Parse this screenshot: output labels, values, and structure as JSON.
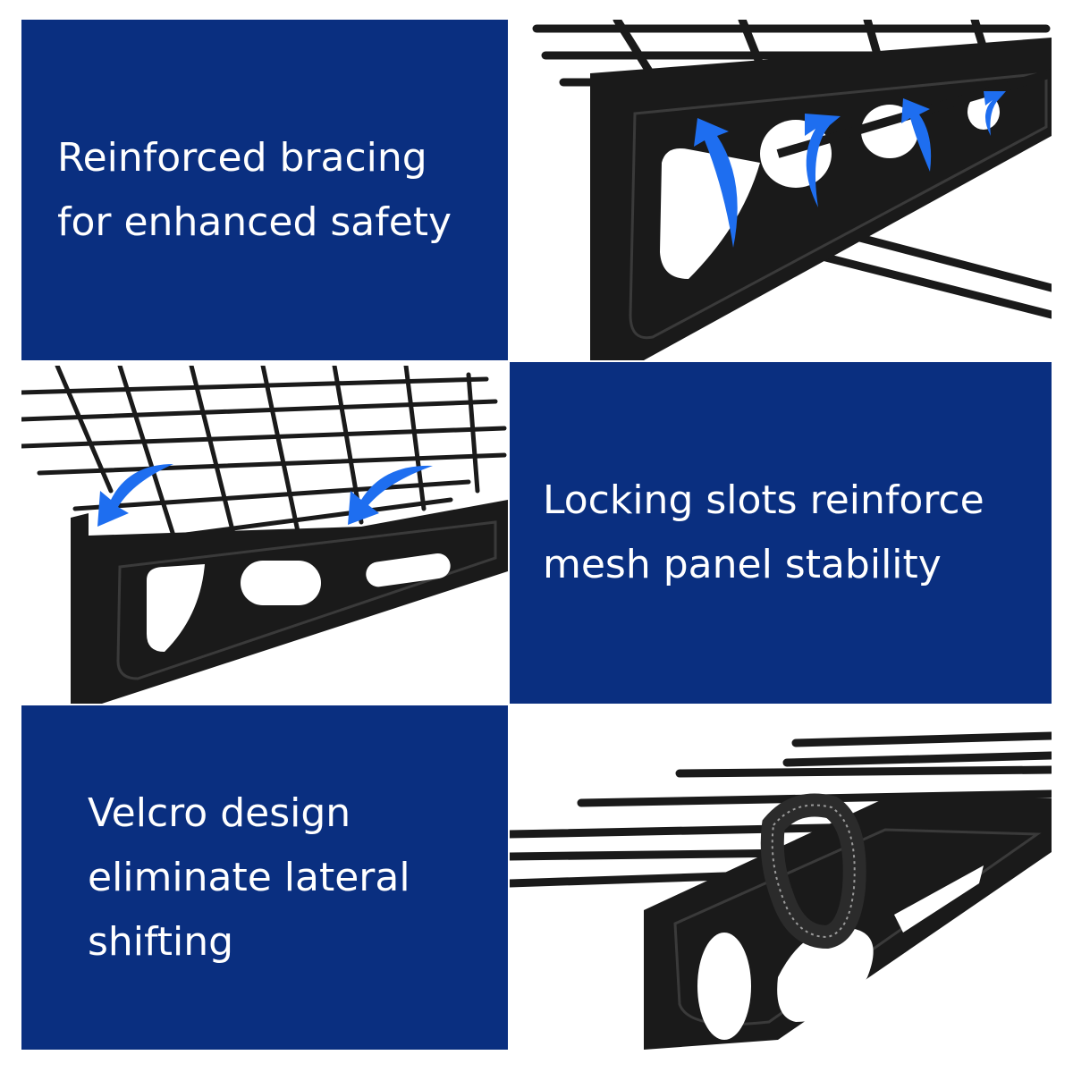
{
  "colors": {
    "panel_blue": "#0a2f80",
    "steel_black": "#1a1a1a",
    "arrow_blue": "#1e6ef0",
    "background": "#ffffff"
  },
  "features": [
    {
      "text": "Reinforced bracing for enhanced safety"
    },
    {
      "text": "Locking slots reinforce mesh panel stability"
    },
    {
      "text": "Velcro design eliminate lateral shifting"
    }
  ],
  "icons": [
    "curved-arrow-icon",
    "velcro-strap-icon"
  ]
}
